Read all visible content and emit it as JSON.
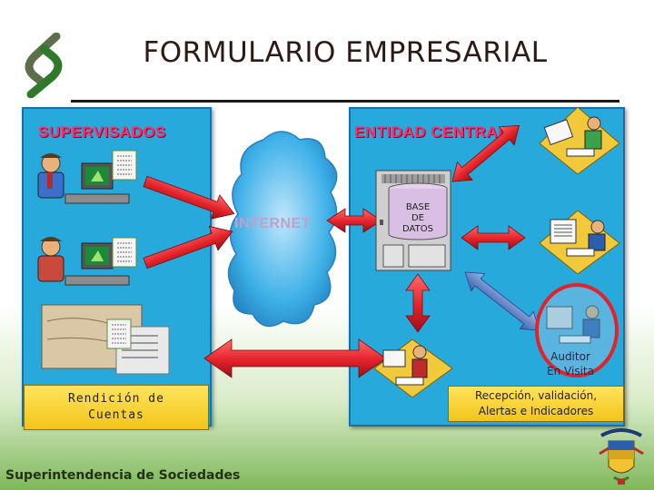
{
  "title": "FORMULARIO EMPRESARIAL",
  "left_panel": {
    "title": "SUPERVISADOS",
    "label": "Rendición de\nCuentas"
  },
  "cloud": {
    "label": "INTERNET"
  },
  "right_panel": {
    "title": "ENTIDAD CENTRAL",
    "database_label": "BASE\nDE\nDATOS",
    "auditor_label": "Auditor\nEn Visita",
    "label": "Recepción, validación,\nAlertas e Indicadores"
  },
  "footer": "Superintendencia de Sociedades",
  "colors": {
    "panel": "#27a9dc",
    "panel_title": "#ff2a6a",
    "label_box": "#f3c41a",
    "arrow_red": "#e3222a",
    "arrow_blue": "#5b83c9",
    "cloud": "#3fb1e8",
    "logo_green": "#2f7a2a"
  }
}
